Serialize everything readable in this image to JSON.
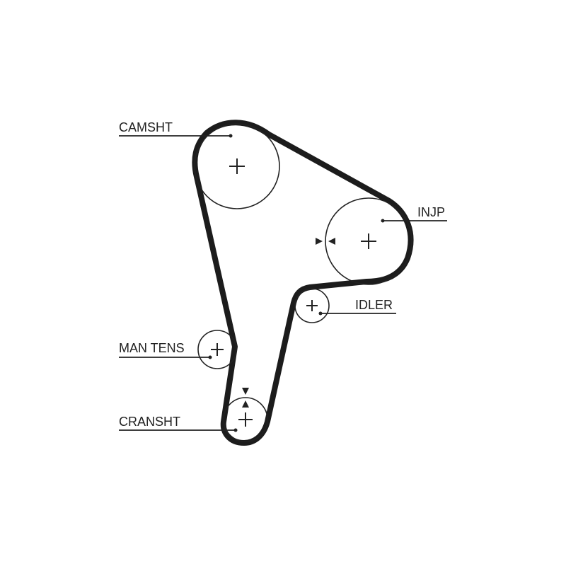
{
  "pulleys": [
    {
      "id": "camshaft",
      "label": "CAMSHT"
    },
    {
      "id": "injection-pump",
      "label": "INJP"
    },
    {
      "id": "idler",
      "label": "IDLER"
    },
    {
      "id": "manual-tensioner",
      "label": "MAN TENS"
    },
    {
      "id": "crankshaft",
      "label": "CRANSHT"
    }
  ],
  "colors": {
    "belt": "#1c1c1c",
    "line": "#222222",
    "background": "#ffffff"
  }
}
